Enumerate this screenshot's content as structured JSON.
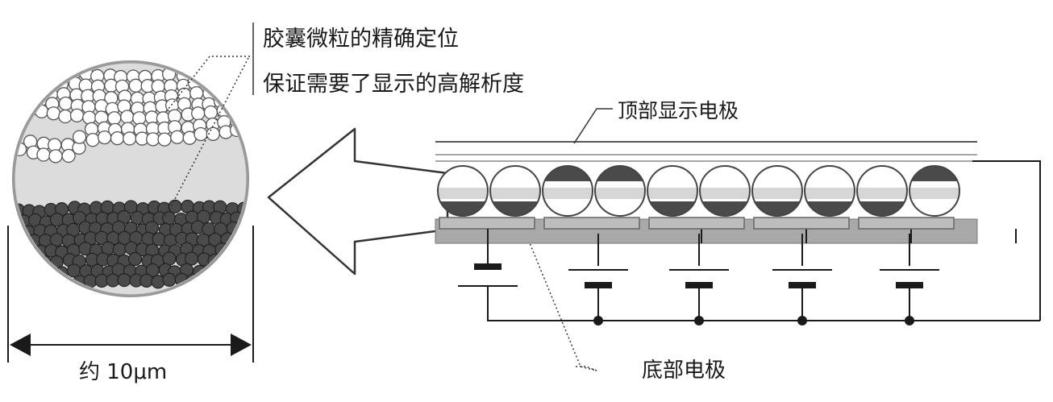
{
  "labels": {
    "capsule_positioning": "胶囊微粒的精确定位",
    "resolution_guarantee": "保证需要了显示的高解析度",
    "top_electrode": "顶部显示电极",
    "bottom_electrode": "底部电极",
    "size": "约 10μm"
  },
  "colors": {
    "white_particle": "#ffffff",
    "black_particle": "#4a4a4a",
    "fluid": "#d9d9d9",
    "substrate": "#a9a9a9",
    "line": "#1a1a1a"
  },
  "capsules": {
    "count": 10,
    "dark_on_top": [
      false,
      false,
      true,
      true,
      false,
      false,
      false,
      false,
      false,
      true
    ]
  },
  "electrode_columns": 5
}
